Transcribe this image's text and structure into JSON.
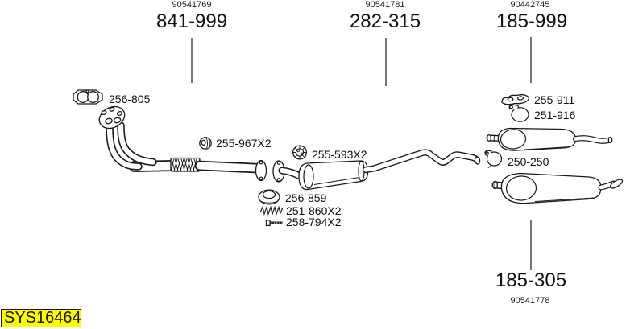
{
  "groups": [
    {
      "id": "front-pipe",
      "oe_number": "90541769",
      "part_number": "841-999"
    },
    {
      "id": "center-section",
      "oe_number": "90541781",
      "part_number": "282-315"
    },
    {
      "id": "rear-muffler",
      "oe_number": "90442745",
      "part_number": "185-999"
    },
    {
      "id": "rear-muffler-alt",
      "oe_number": "90541778",
      "part_number": "185-305"
    }
  ],
  "parts": [
    {
      "id": "gasket",
      "label": "256-805"
    },
    {
      "id": "mounting-nut",
      "label": "255-967X2"
    },
    {
      "id": "rubber-hanger",
      "label": "255-593X2"
    },
    {
      "id": "seal-ring",
      "label": "256-859"
    },
    {
      "id": "spring",
      "label": "251-860X2"
    },
    {
      "id": "bolt",
      "label": "258-794X2"
    },
    {
      "id": "bracket",
      "label": "255-911"
    },
    {
      "id": "upper-clamp",
      "label": "251-916"
    },
    {
      "id": "mid-clamp",
      "label": "250-250"
    }
  ],
  "system_code": "SYS16464",
  "colors": {
    "highlight": "#ffff00",
    "line": "#1a1a1a",
    "background": "#ffffff"
  }
}
